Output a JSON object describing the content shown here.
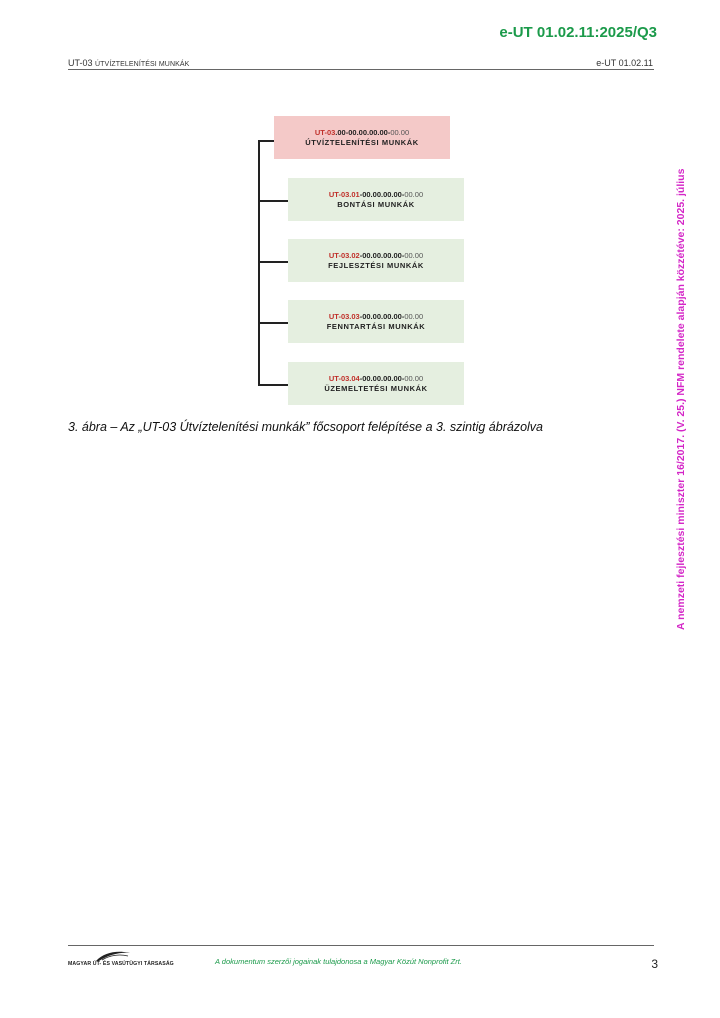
{
  "header": {
    "doc_code": "e-UT 01.02.11:2025/Q3",
    "left_code": "UT-03",
    "left_title": "Útvíztelenítési munkák",
    "right": "e-UT 01.02.11"
  },
  "side_note": "A nemzeti fejlesztési miniszter 16/2017. (V. 25.) NFM rendelete alapján közzétéve: 2025. július",
  "diagram": {
    "root": {
      "code_p1": "UT-03",
      "code_p2": ".00-00.00.00.00-",
      "code_p3": "00.00",
      "title": "ÚTVÍZTELENÍTÉSI MUNKÁK"
    },
    "children": [
      {
        "code_p1": "UT-03.01",
        "code_p2": "-00.00.00.00-",
        "code_p3": "00.00",
        "title": "BONTÁSI MUNKÁK"
      },
      {
        "code_p1": "UT-03.02",
        "code_p2": "-00.00.00.00-",
        "code_p3": "00.00",
        "title": "FEJLESZTÉSI MUNKÁK"
      },
      {
        "code_p1": "UT-03.03",
        "code_p2": "-00.00.00.00-",
        "code_p3": "00.00",
        "title": "FENNTARTÁSI MUNKÁK"
      },
      {
        "code_p1": "UT-03.04",
        "code_p2": "-00.00.00.00-",
        "code_p3": "00.00",
        "title": "ÜZEMELTETÉSI MUNKÁK"
      }
    ]
  },
  "caption": "3. ábra – Az „UT-03 Útvíztelenítési munkák” főcsoport felépítése a 3. szintig ábrázolva",
  "footer": {
    "logo_text": "MAGYAR ÚT- ÉS VASÚTÜGYI TÁRSASÁG",
    "copyright": "A dokumentum szerzői jogainak tulajdonosa a Magyar Közút Nonprofit Zrt.",
    "page_number": "3"
  }
}
